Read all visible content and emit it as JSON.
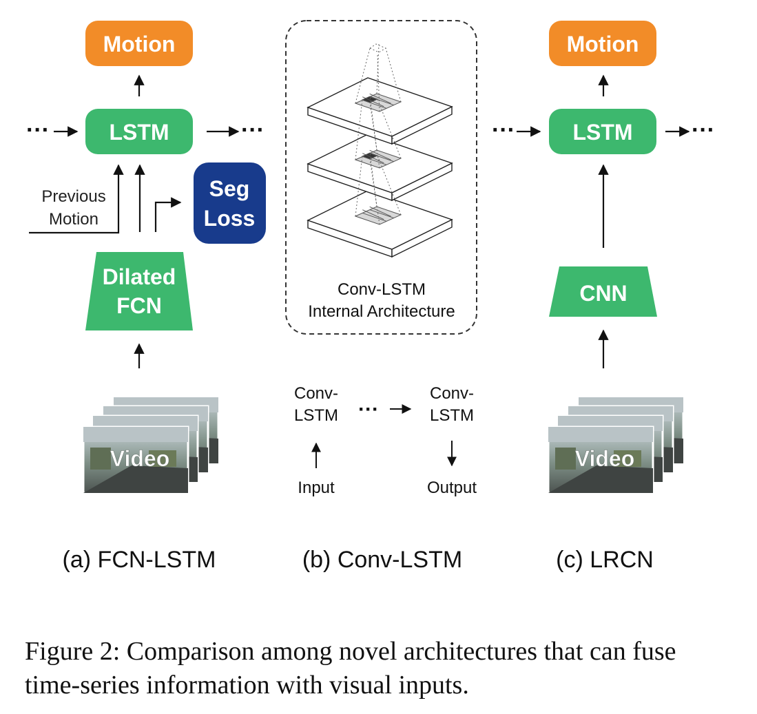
{
  "panels": {
    "a": {
      "motion": "Motion",
      "lstm": "LSTM",
      "seg_line1": "Seg",
      "seg_line2": "Loss",
      "prev_line1": "Previous",
      "prev_line2": "Motion",
      "fcn_line1": "Dilated",
      "fcn_line2": "FCN",
      "video": "Video",
      "dots": "···",
      "sublabel": "(a) FCN-LSTM"
    },
    "b": {
      "internal_line1": "Conv-LSTM",
      "internal_line2": "Internal Architecture",
      "node1_line1": "Conv-",
      "node1_line2": "LSTM",
      "node2_line1": "Conv-",
      "node2_line2": "LSTM",
      "input": "Input",
      "output": "Output",
      "dots": "···",
      "sublabel": "(b) Conv-LSTM"
    },
    "c": {
      "motion": "Motion",
      "lstm": "LSTM",
      "cnn": "CNN",
      "video": "Video",
      "dots": "···",
      "sublabel": "(c) LRCN"
    }
  },
  "caption": "Figure 2: Comparison among novel architectures that can fuse time-series information with visual inputs.",
  "colors": {
    "motion": "#F28C28",
    "green": "#3DB86E",
    "seg": "#183B8C",
    "arrow": "#111111",
    "grid": "#555555"
  }
}
